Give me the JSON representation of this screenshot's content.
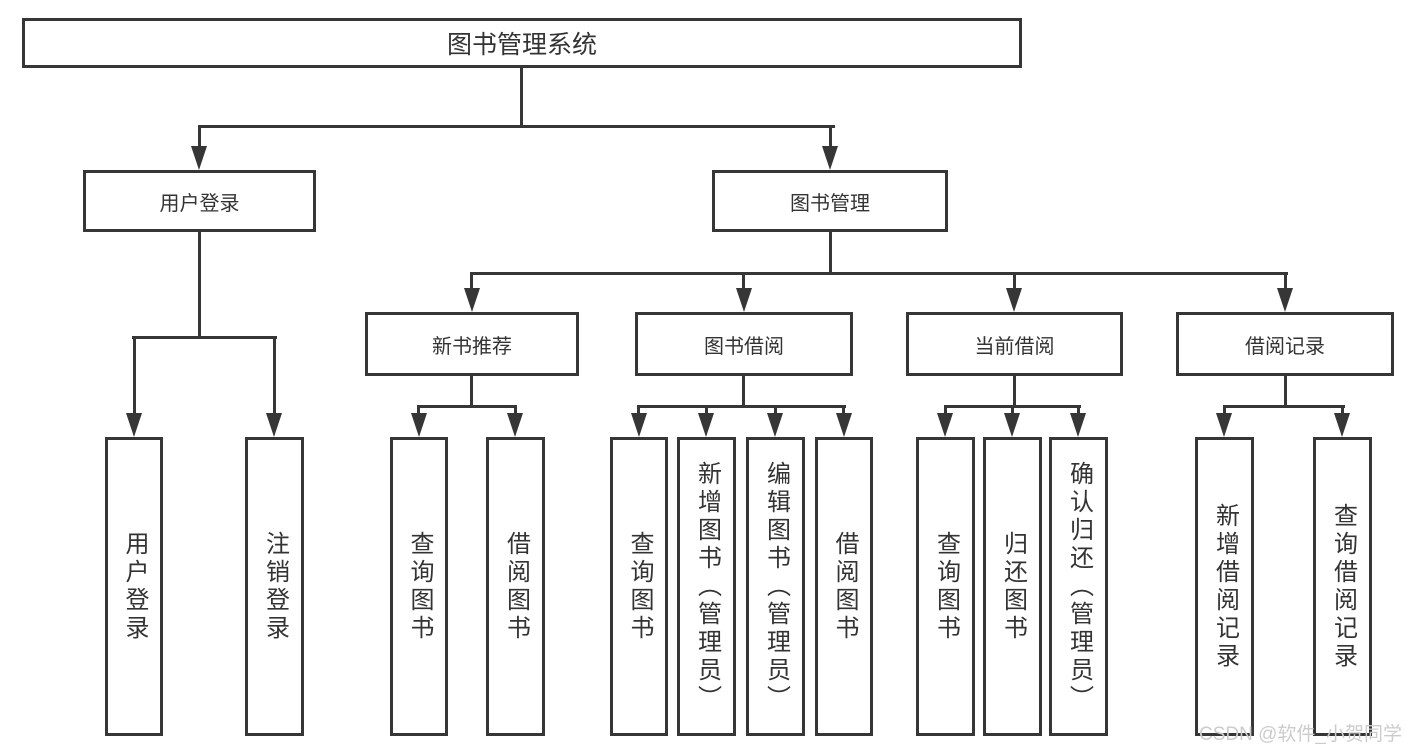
{
  "diagram": {
    "watermark": "CSDN @软件_小贺同学",
    "colors": {
      "line": "#363636",
      "text": "#333333",
      "watermark": "#cccccc",
      "background": "#ffffff"
    },
    "tree": {
      "root": {
        "label": "图书管理系统"
      },
      "branches": [
        {
          "label": "用户登录",
          "children": [
            {
              "label": "用户登录"
            },
            {
              "label": "注销登录"
            }
          ]
        },
        {
          "label": "图书管理",
          "children": [
            {
              "label": "新书推荐",
              "children": [
                {
                  "label": "查询图书"
                },
                {
                  "label": "借阅图书"
                }
              ]
            },
            {
              "label": "图书借阅",
              "children": [
                {
                  "label": "查询图书"
                },
                {
                  "label": "新增图书（管理员）"
                },
                {
                  "label": "编辑图书（管理员）"
                },
                {
                  "label": "借阅图书"
                }
              ]
            },
            {
              "label": "当前借阅",
              "children": [
                {
                  "label": "查询图书"
                },
                {
                  "label": "归还图书"
                },
                {
                  "label": "确认归还（管理员）"
                }
              ]
            },
            {
              "label": "借阅记录",
              "children": [
                {
                  "label": "新增借阅记录"
                },
                {
                  "label": "查询借阅记录"
                }
              ]
            }
          ]
        }
      ]
    }
  }
}
